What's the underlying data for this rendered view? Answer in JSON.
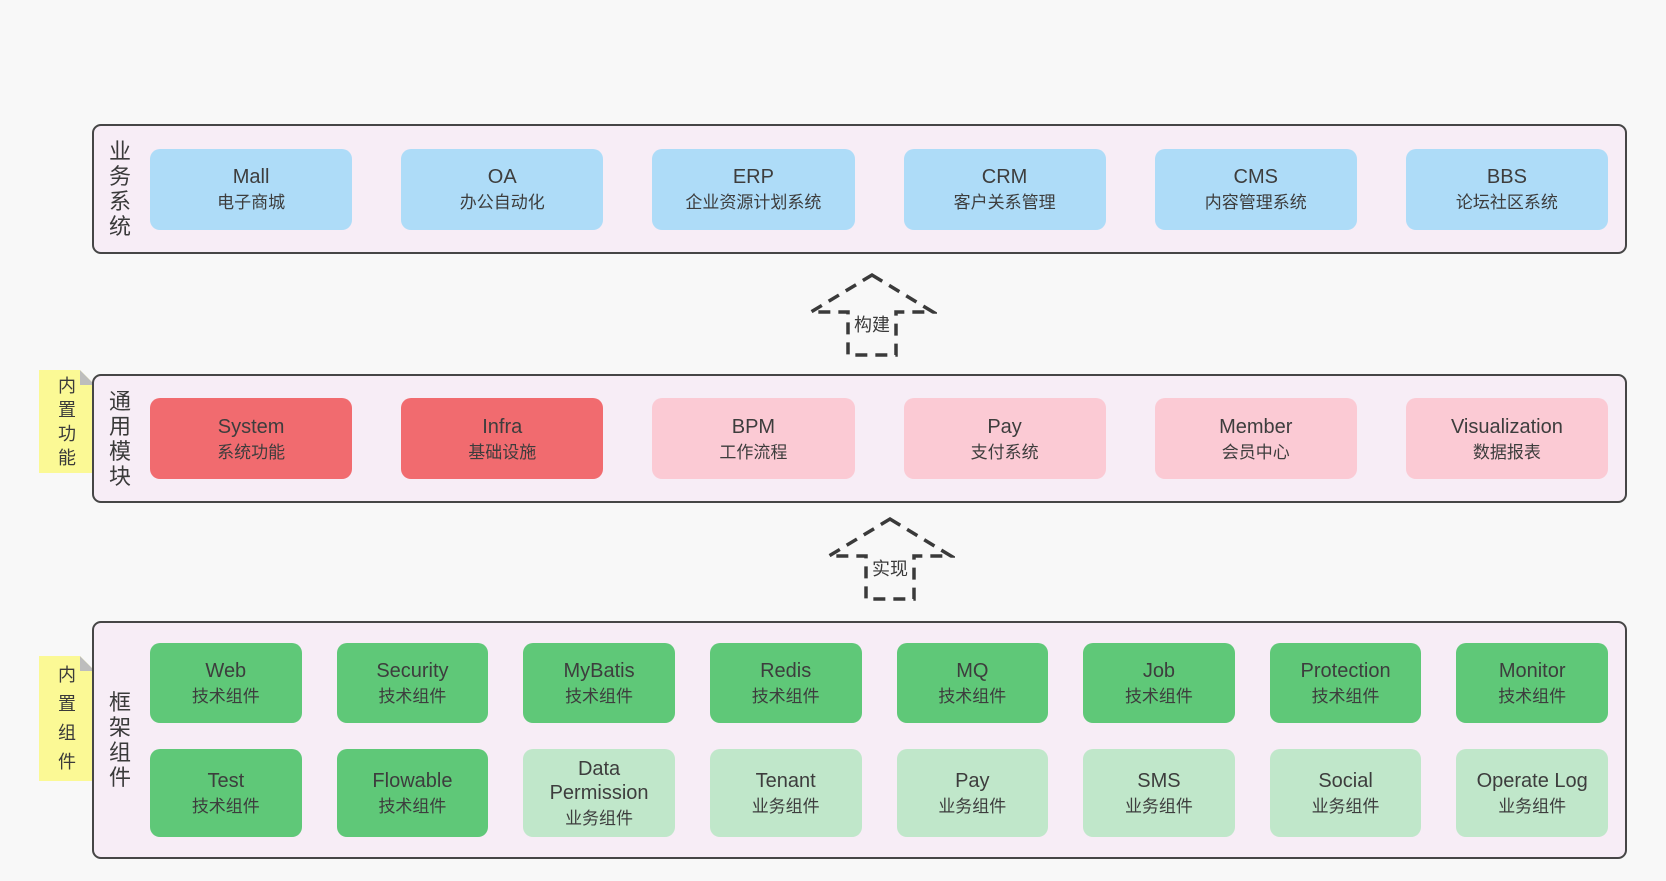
{
  "sections": {
    "business": {
      "label": "业务系统",
      "boxes": [
        {
          "en": "Mall",
          "zh": "电子商城"
        },
        {
          "en": "OA",
          "zh": "办公自动化"
        },
        {
          "en": "ERP",
          "zh": "企业资源计划系统"
        },
        {
          "en": "CRM",
          "zh": "客户关系管理"
        },
        {
          "en": "CMS",
          "zh": "内容管理系统"
        },
        {
          "en": "BBS",
          "zh": "论坛社区系统"
        }
      ]
    },
    "modules": {
      "label": "通用模块",
      "sticky": "内置功能",
      "boxes": [
        {
          "en": "System",
          "zh": "系统功能",
          "variant": "red"
        },
        {
          "en": "Infra",
          "zh": "基础设施",
          "variant": "red"
        },
        {
          "en": "BPM",
          "zh": "工作流程",
          "variant": "pink"
        },
        {
          "en": "Pay",
          "zh": "支付系统",
          "variant": "pink"
        },
        {
          "en": "Member",
          "zh": "会员中心",
          "variant": "pink"
        },
        {
          "en": "Visualization",
          "zh": "数据报表",
          "variant": "pink"
        }
      ]
    },
    "components": {
      "label": "框架组件",
      "sticky": "内置组件",
      "rows": [
        [
          {
            "en": "Web",
            "zh": "技术组件",
            "variant": "green"
          },
          {
            "en": "Security",
            "zh": "技术组件",
            "variant": "green"
          },
          {
            "en": "MyBatis",
            "zh": "技术组件",
            "variant": "green"
          },
          {
            "en": "Redis",
            "zh": "技术组件",
            "variant": "green"
          },
          {
            "en": "MQ",
            "zh": "技术组件",
            "variant": "green"
          },
          {
            "en": "Job",
            "zh": "技术组件",
            "variant": "green"
          },
          {
            "en": "Protection",
            "zh": "技术组件",
            "variant": "green"
          },
          {
            "en": "Monitor",
            "zh": "技术组件",
            "variant": "green"
          }
        ],
        [
          {
            "en": "Test",
            "zh": "技术组件",
            "variant": "green"
          },
          {
            "en": "Flowable",
            "zh": "技术组件",
            "variant": "green"
          },
          {
            "en": "Data Permission",
            "zh": "业务组件",
            "variant": "lightgreen"
          },
          {
            "en": "Tenant",
            "zh": "业务组件",
            "variant": "lightgreen"
          },
          {
            "en": "Pay",
            "zh": "业务组件",
            "variant": "lightgreen"
          },
          {
            "en": "SMS",
            "zh": "业务组件",
            "variant": "lightgreen"
          },
          {
            "en": "Social",
            "zh": "业务组件",
            "variant": "lightgreen"
          },
          {
            "en": "Operate Log",
            "zh": "业务组件",
            "variant": "lightgreen"
          }
        ]
      ]
    }
  },
  "arrows": [
    {
      "label": "构建"
    },
    {
      "label": "实现"
    }
  ],
  "colors": {
    "page_bg": "#f8f8f8",
    "container_bg": "#f7edf6",
    "container_border": "#464646",
    "blue": "#aedcf8",
    "red": "#f16b6f",
    "pink": "#fbcad4",
    "green": "#5fc878",
    "light_green": "#c0e7ca",
    "sticky_yellow": "#fbf995",
    "fold_gray": "#bdbdbd",
    "text": "#3d3d3d"
  }
}
